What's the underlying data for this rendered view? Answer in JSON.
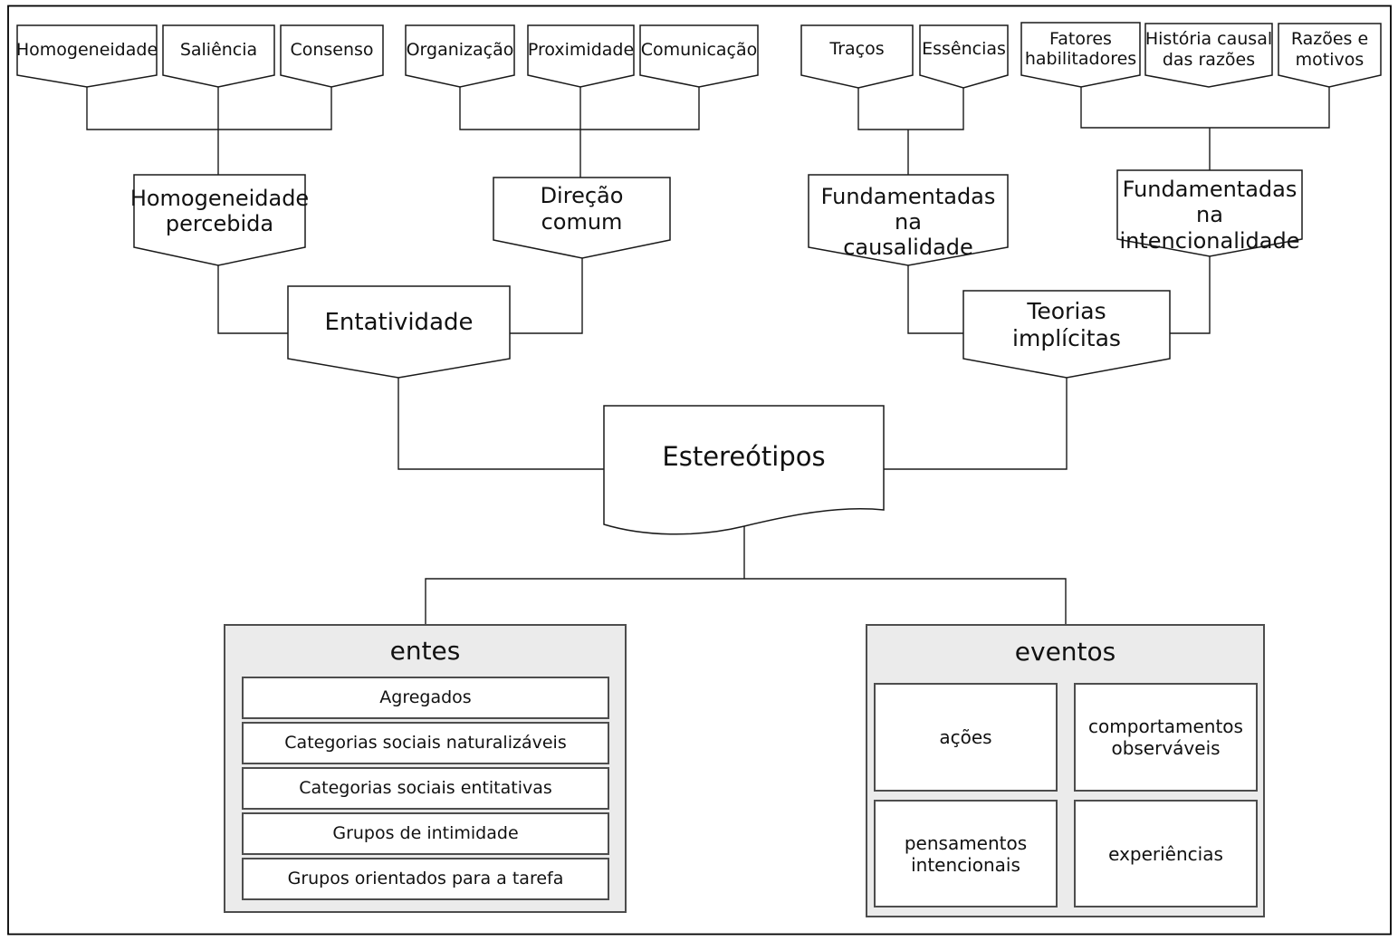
{
  "diagram_title": "Estereótipos",
  "nodes": {
    "homogeneidade": "Homogeneidade",
    "saliencia": "Saliência",
    "consenso": "Consenso",
    "organizacao": "Organização",
    "proximidade": "Proximidade",
    "comunicacao": "Comunicação",
    "tracos": "Traços",
    "essencias": "Essências",
    "fatores_habilitadores": "Fatores\nhabilitadores",
    "historia_causal": "História causal\ndas razões",
    "razoes_motivos": "Razões e\nmotivos",
    "homogeneidade_percebida": "Homogeneidade\npercebida",
    "direcao_comum": "Direção\ncomum",
    "fundamentadas_causalidade": "Fundamentadas\nna\ncausalidade",
    "fundamentadas_intencionalidade": "Fundamentadas\nna\nintencionalidade",
    "entatividade": "Entatividade",
    "teorias_implicitas": "Teorias\nimplícitas",
    "estereotipos": "Estereótipos"
  },
  "entes": {
    "title": "entes",
    "items": [
      "Agregados",
      "Categorias sociais naturalizáveis",
      "Categorias sociais entitativas",
      "Grupos de intimidade",
      "Grupos orientados para a tarefa"
    ]
  },
  "eventos": {
    "title": "eventos",
    "items": [
      "ações",
      "comportamentos\nobserváveis",
      "pensamentos\nintencionais",
      "experiências"
    ]
  },
  "colors": {
    "line": "#1a1a1a",
    "node_fill": "#ffffff",
    "container_fill": "#ebebeb",
    "container_border": "#4d4d4d"
  }
}
